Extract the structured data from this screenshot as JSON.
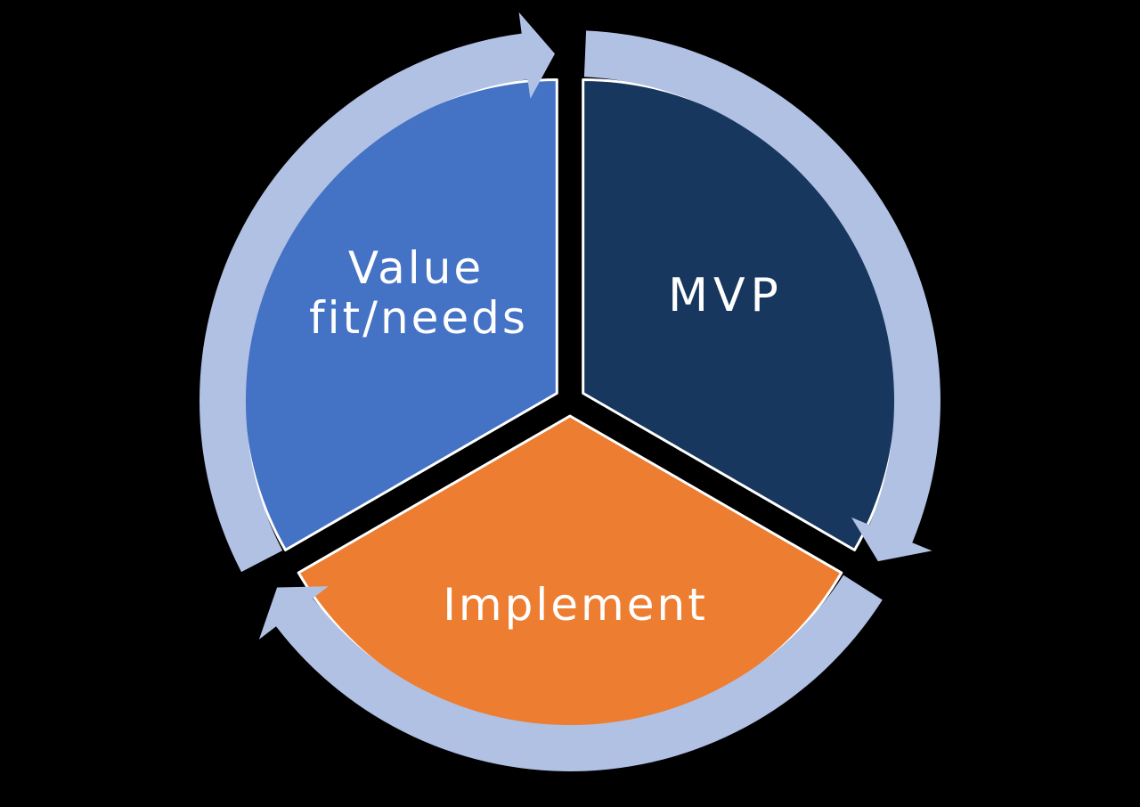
{
  "diagram": {
    "type": "segmented-cycle",
    "direction": "clockwise",
    "background_color": "#000000",
    "ring_color": "#b1c1e4",
    "stroke_color": "#ffffff",
    "text_color": "#ffffff",
    "segments": [
      {
        "id": "value-fit-needs",
        "label": "Value fit/needs",
        "label_line1": "Value",
        "label_line2": "fit/needs",
        "color": "#4472c4",
        "position": "top-left"
      },
      {
        "id": "mvp",
        "label": "MVP",
        "color": "#17375e",
        "position": "top-right"
      },
      {
        "id": "implement",
        "label": "Implement",
        "color": "#ed7d31",
        "position": "bottom"
      }
    ]
  }
}
